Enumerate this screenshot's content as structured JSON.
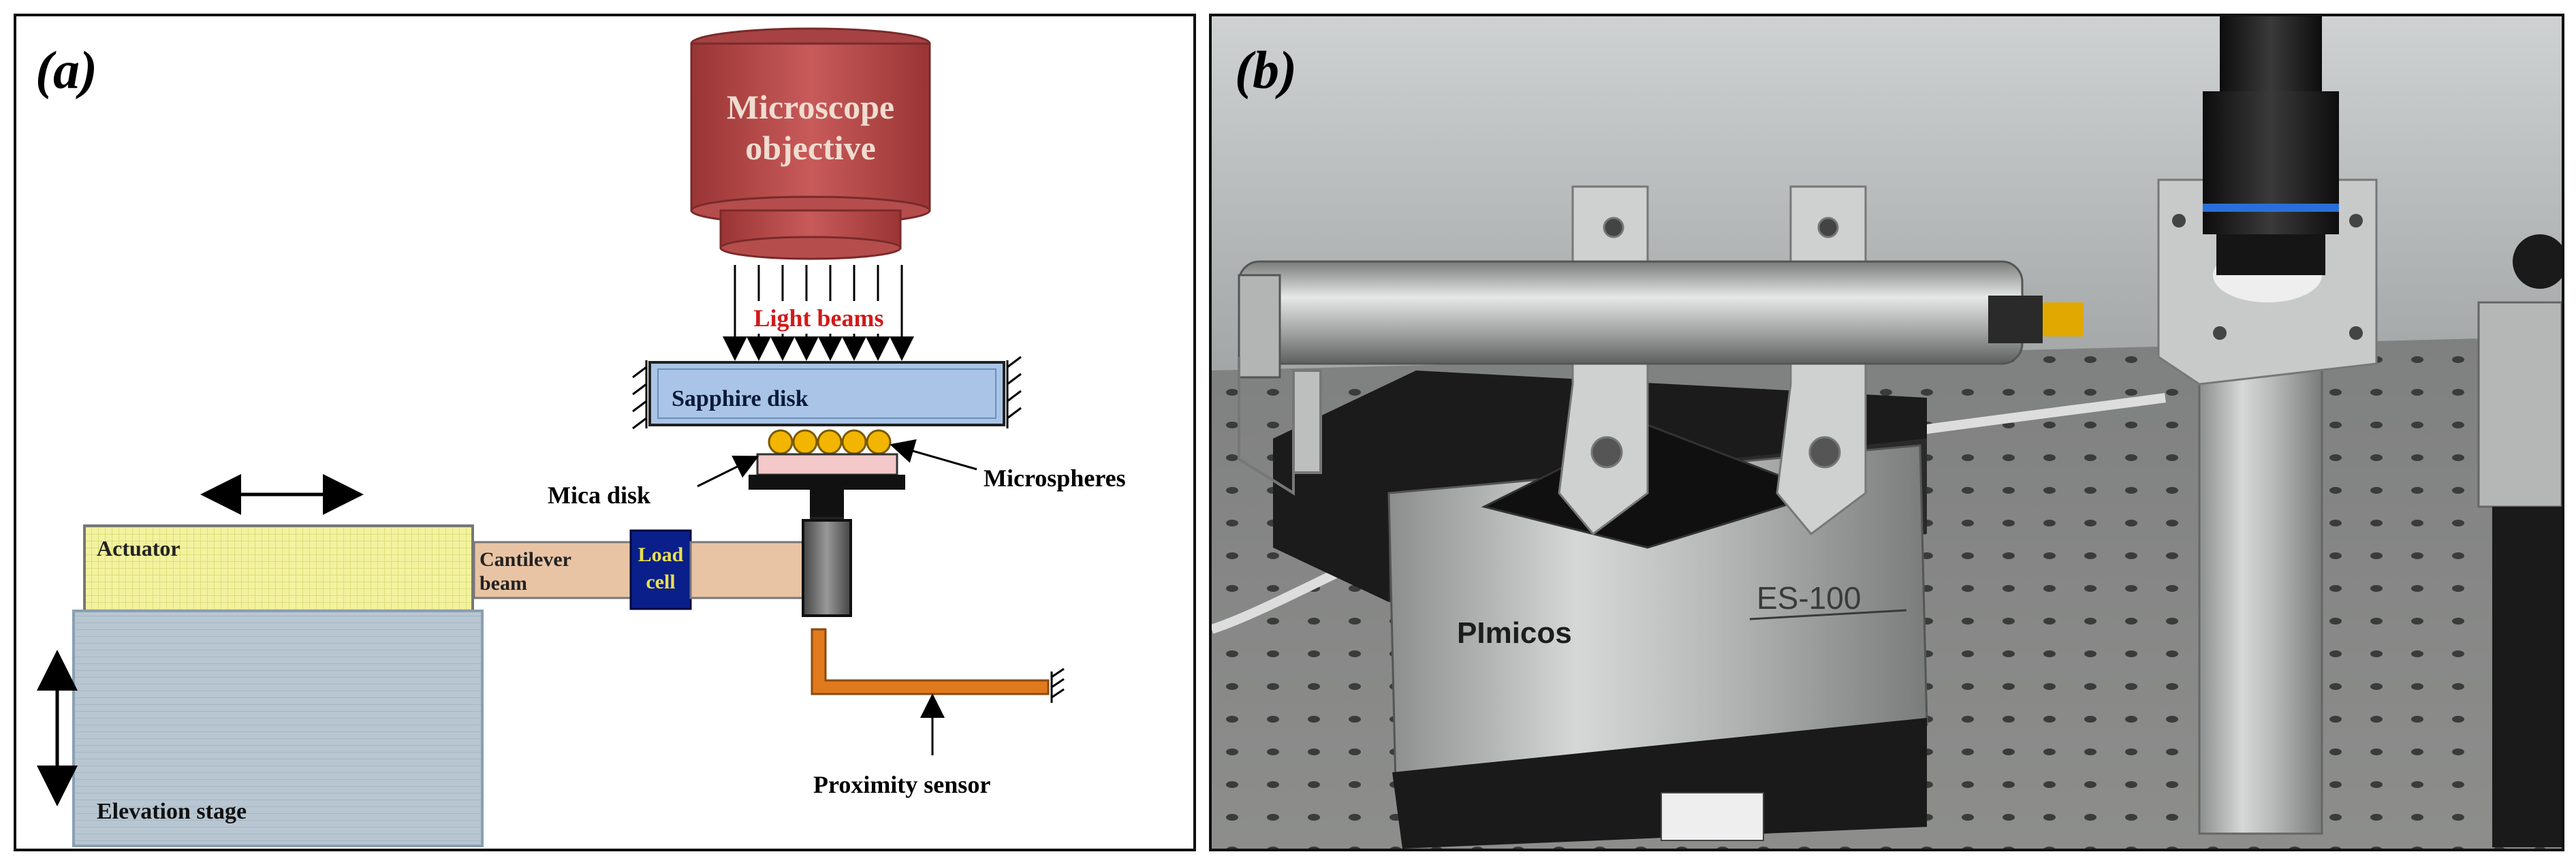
{
  "panel_a": {
    "label": "(a)",
    "objective_line1": "Microscope",
    "objective_line2": "objective",
    "light_beams": "Light beams",
    "sapphire_disk": "Sapphire disk",
    "mica_disk": "Mica disk",
    "microspheres": "Microspheres",
    "actuator": "Actuator",
    "cantilever_line1": "Cantilever",
    "cantilever_line2": "beam",
    "load_cell_line1": "Load",
    "load_cell_line2": "cell",
    "elevation_stage": "Elevation stage",
    "proximity_sensor": "Proximity sensor"
  },
  "panel_b": {
    "label": "(b)",
    "stage_brand": "PImicos",
    "stage_model": "ES-100"
  },
  "colors": {
    "objective": "#b84a4a",
    "light_beams_text": "#d11a1a",
    "sapphire": "#a9c4e6",
    "microsphere": "#f2b500",
    "mica": "#f2c8c8",
    "actuator": "#f2f2a0",
    "elevation_stage": "#b8c6d2",
    "cantilever": "#e8c4a4",
    "load_cell": "#0a1f8a",
    "proximity_sensor": "#e07a1c"
  }
}
